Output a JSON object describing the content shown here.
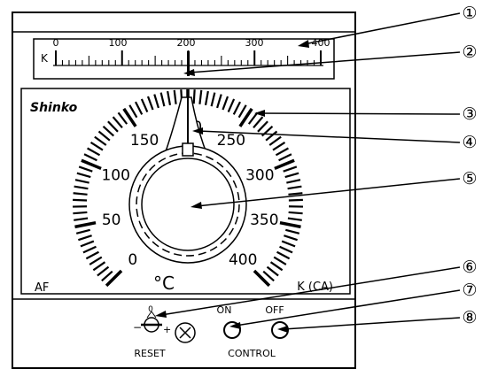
{
  "brand": "Shinko",
  "strip_scale": {
    "range_letter": "K",
    "labels": [
      "0",
      "100",
      "200",
      "300",
      "400"
    ],
    "min": 0,
    "max": 400,
    "pointer_value": 200
  },
  "dial": {
    "labels": [
      "0",
      "50",
      "100",
      "150",
      "200",
      "250",
      "300",
      "350",
      "400"
    ],
    "min": 0,
    "max": 400,
    "start_angle_deg": 225,
    "end_angle_deg": -45,
    "unit": "°C",
    "left_mark": "AF",
    "sensor_type": "K (CA)"
  },
  "controls": {
    "reset_label": "RESET",
    "reset_zero": "0",
    "reset_minus": "−",
    "reset_plus": "+",
    "on_label": "ON",
    "off_label": "OFF",
    "control_label": "CONTROL"
  },
  "callouts": [
    "①",
    "②",
    "③",
    "④",
    "⑤",
    "⑥",
    "⑦",
    "⑧"
  ]
}
